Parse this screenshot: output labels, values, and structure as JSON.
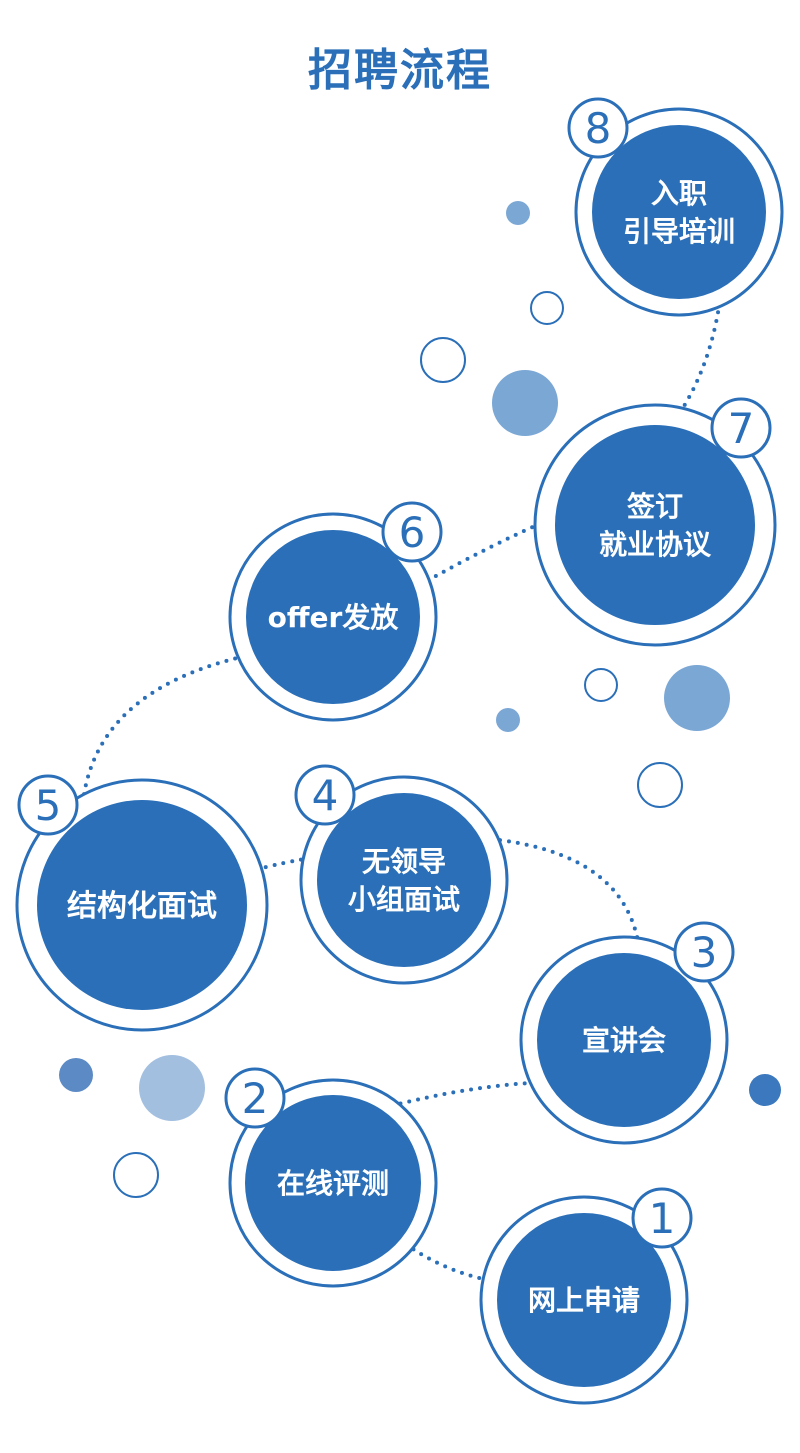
{
  "title": "招聘流程",
  "colors": {
    "primary": "#2a6fb8",
    "light": "#7ba7d5",
    "lighter": "#a3bfe0",
    "mid": "#5b8ac4"
  },
  "steps": [
    {
      "number": "1",
      "lines": [
        "网上申请"
      ]
    },
    {
      "number": "2",
      "lines": [
        "在线评测"
      ]
    },
    {
      "number": "3",
      "lines": [
        "宣讲会"
      ]
    },
    {
      "number": "4",
      "lines": [
        "无领导",
        "小组面试"
      ]
    },
    {
      "number": "5",
      "lines": [
        "结构化面试"
      ]
    },
    {
      "number": "6",
      "lines": [
        "offer发放"
      ]
    },
    {
      "number": "7",
      "lines": [
        "签订",
        "就业协议"
      ]
    },
    {
      "number": "8",
      "lines": [
        "入职",
        "引导培训"
      ]
    }
  ]
}
